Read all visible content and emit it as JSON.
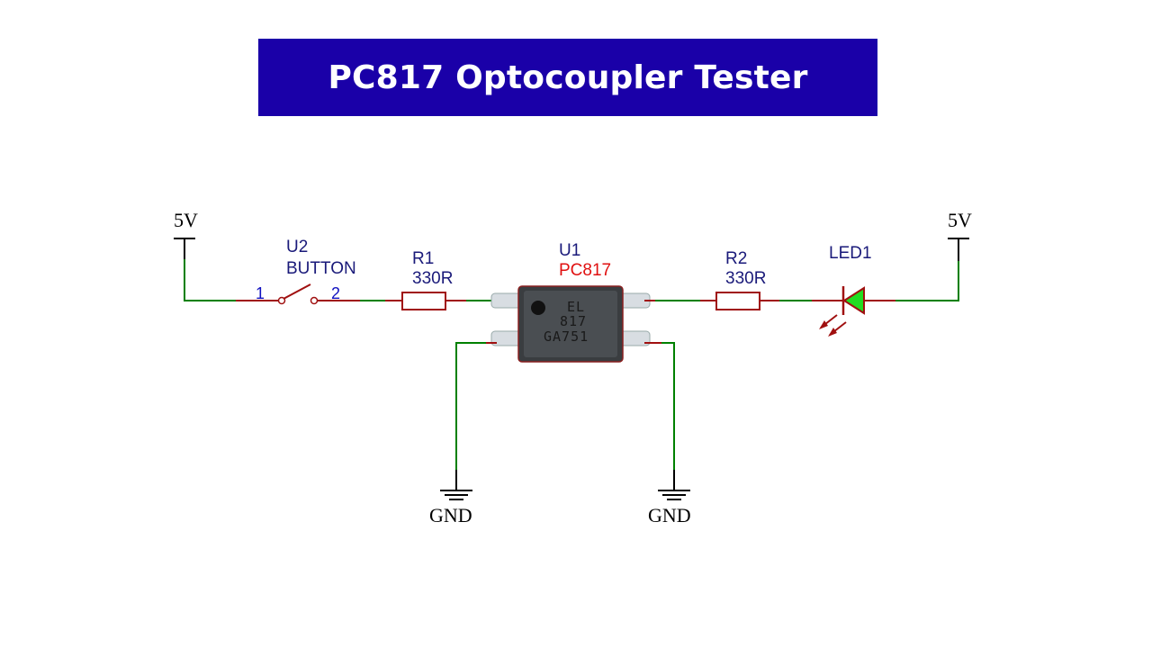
{
  "title": "PC817 Optocoupler Tester",
  "colors": {
    "banner": "#1a00a8",
    "wire": "#008000",
    "component": "#a01010",
    "led_fill": "#22dd22"
  },
  "power": {
    "left": "5V",
    "right": "5V"
  },
  "ground": {
    "left": "GND",
    "right": "GND"
  },
  "button": {
    "ref": "U2",
    "name": "BUTTON",
    "pin1": "1",
    "pin2": "2"
  },
  "r1": {
    "ref": "R1",
    "value": "330R"
  },
  "r2": {
    "ref": "R2",
    "value": "330R"
  },
  "u1": {
    "ref": "U1",
    "name": "PC817",
    "marking_line1": "EL",
    "marking_line2": "817",
    "marking_line3": "GA751"
  },
  "led": {
    "ref": "LED1"
  }
}
